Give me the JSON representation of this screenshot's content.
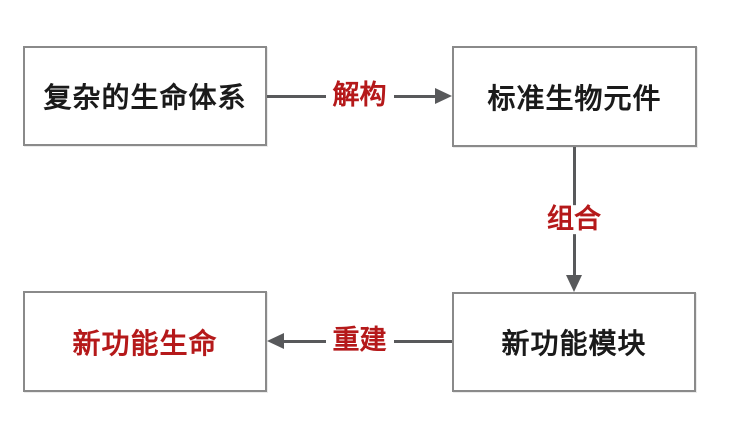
{
  "diagram": {
    "colors": {
      "background": "#ffffff",
      "box_border": "#8a8a8a",
      "arrow_gray": "#58595b",
      "text_black": "#1a1a1a",
      "accent_red": "#b5191a"
    },
    "boxes": [
      {
        "id": "complex-life-system",
        "label": "复杂的生命体系",
        "text_color": "#1a1a1a",
        "position": "top-left"
      },
      {
        "id": "standard-bio-parts",
        "label": "标准生物元件",
        "text_color": "#1a1a1a",
        "position": "top-right"
      },
      {
        "id": "new-function-module",
        "label": "新功能模块",
        "text_color": "#1a1a1a",
        "position": "bottom-right"
      },
      {
        "id": "new-function-life",
        "label": "新功能生命",
        "text_color": "#b5191a",
        "position": "bottom-left"
      }
    ],
    "arrows": [
      {
        "label": "解构",
        "from": "complex-life-system",
        "to": "standard-bio-parts",
        "direction": "right"
      },
      {
        "label": "组合",
        "from": "standard-bio-parts",
        "to": "new-function-module",
        "direction": "down"
      },
      {
        "label": "重建",
        "from": "new-function-module",
        "to": "new-function-life",
        "direction": "left"
      }
    ]
  }
}
